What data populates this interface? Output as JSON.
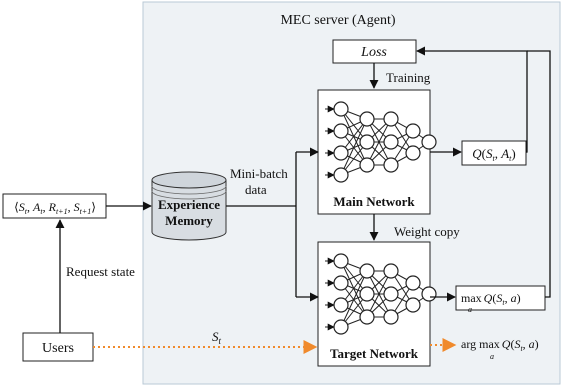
{
  "server_label": "MEC server (Agent)",
  "loss_label": "Loss",
  "training_label": "Training",
  "main_network_label": "Main Network",
  "target_network_label": "Target Network",
  "weight_copy_label": "Weight copy",
  "experience_memory_line1": "Experience",
  "experience_memory_line2": "Memory",
  "minibatch_line1": "Mini-batch",
  "minibatch_line2": "data",
  "transition_tuple": "⟨S_t, A_t, R_{t+1}, S_{t+1}⟩",
  "request_state_label": "Request state",
  "users_label": "Users",
  "state_label": "S_t",
  "q_main_output": "Q(S_t, A_t)",
  "q_target_output": "max_a Q(S_t, a)",
  "action_output": "arg max_a Q(S_t, a)",
  "colors": {
    "server_fill": "#eef2f5",
    "server_border": "#b9c9d6",
    "arrow": "#111111",
    "state_arrow": "#f08a2c"
  }
}
